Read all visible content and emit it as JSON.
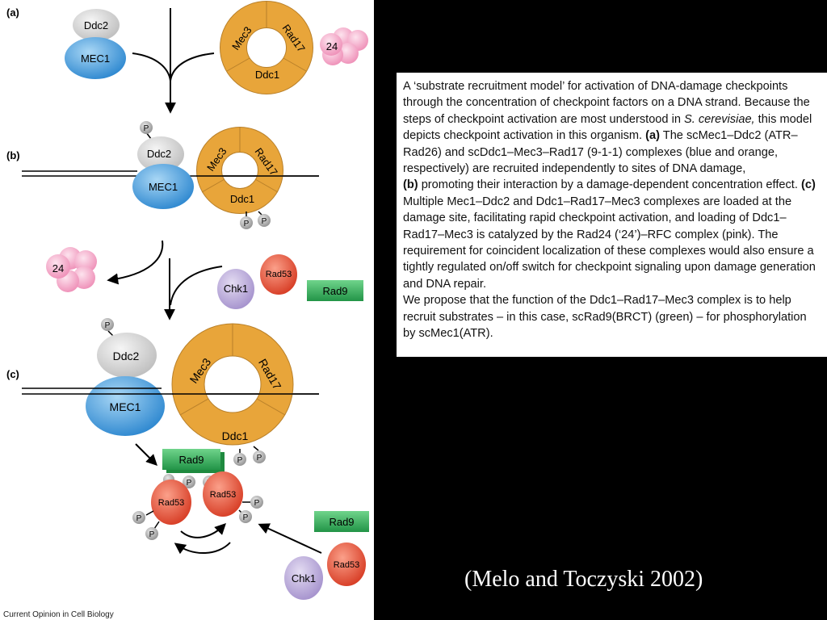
{
  "figure": {
    "labels": {
      "a": "(a)",
      "b": "(b)",
      "c": "(c)"
    },
    "proteins": {
      "ddc2": "Ddc2",
      "mec1": "MEC1",
      "mec3": "Mec3",
      "rad17": "Rad17",
      "ddc1": "Ddc1",
      "rfc": "24",
      "chk1": "Chk1",
      "rad53": "Rad53",
      "rad9": "Rad9",
      "phospho": "P"
    },
    "colors": {
      "mec1": "#4aa3e0",
      "ddc2": "#d8d8d8",
      "ring": "#f0b040",
      "rfc": "#f4a6c8",
      "chk1": "#b9a6d8",
      "rad53": "#e55035",
      "rad9": "#35b35a",
      "phospho": "#a8a8a8"
    },
    "footer": "Current Opinion in Cell Biology"
  },
  "caption": {
    "intro": "A ‘substrate recruitment model’ for activation of DNA-damage checkpoints through the concentration of checkpoint factors on a DNA strand. Because the steps of checkpoint activation are most understood in ",
    "species": "S. cerevisiae,",
    "after_species": " this model depicts checkpoint activation in this organism. ",
    "label_a": "(a)",
    "text_a": " The scMec1–Ddc2 (ATR–Rad26) and scDdc1–Mec3–Rad17 (9-1-1) complexes (blue and orange, respectively) are recruited independently to sites of DNA damage,",
    "label_b": "(b)",
    "text_b": " promoting their interaction by a damage-dependent concentration effect. ",
    "label_c": "(c)",
    "text_c": " Multiple Mec1–Ddc2 and Ddc1–Rad17–Mec3 complexes are loaded at the damage site, facilitating rapid checkpoint activation, and loading of Ddc1–Rad17–Mec3 is catalyzed by the Rad24 (‘24’)–RFC complex (pink). The requirement for coincident localization of these complexes would also ensure a tightly regulated on/off switch for checkpoint signaling upon damage generation and DNA repair.",
    "closing": "We propose that the function of the Ddc1–Rad17–Mec3 complex is to help recruit substrates – in this case, scRad9(BRCT) (green) – for phosphorylation by scMec1(ATR)."
  },
  "citation": "(Melo and Toczyski 2002)"
}
